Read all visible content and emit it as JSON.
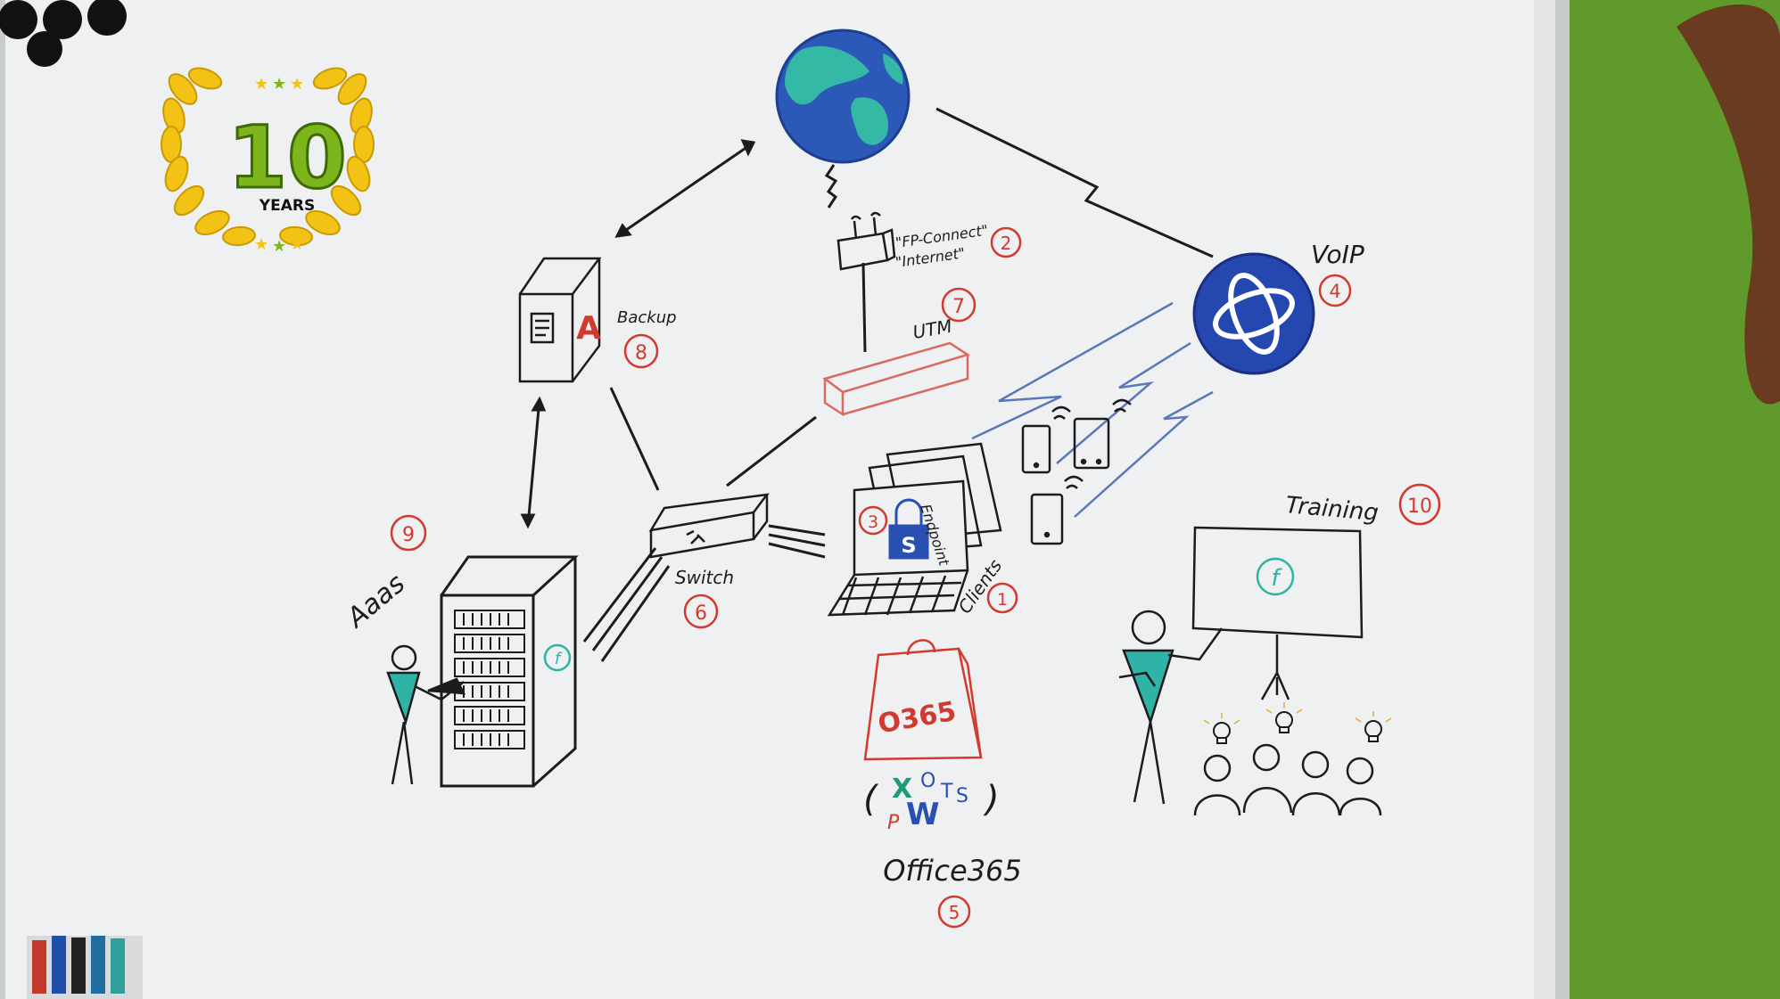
{
  "badge": {
    "number": "10",
    "caption": "YEARS"
  },
  "labels": {
    "fp_connect": "\"FP-Connect\"",
    "internet": "\"Internet\"",
    "voip": "VoIP",
    "utm": "UTM",
    "backup": "Backup",
    "switch": "Switch",
    "clients": "Clients",
    "endpoint": "Endpoint",
    "training": "Training",
    "aaas": "Aaas",
    "o365_bag": "O365",
    "office365": "Office365",
    "apps_word": "W",
    "apps_excel": "X",
    "apps_outlook": "O",
    "apps_teams": "T",
    "apps_sharepoint": "S",
    "apps_powerpoint": "P",
    "paren_open": "(",
    "paren_close": ")",
    "shield_letter": "S",
    "brand_letter": "f",
    "backup_letter": "A"
  },
  "numbers": {
    "clients": "1",
    "fp_connect": "2",
    "endpoint": "3",
    "voip": "4",
    "office365": "5",
    "switch": "6",
    "utm": "7",
    "backup": "8",
    "aaas": "9",
    "training": "10"
  },
  "colors": {
    "whiteboard": "#eef0f1",
    "frame": "#c9cccd",
    "wall": "#6aa62f",
    "ink": "#1c1c1c",
    "red_ink": "#d23a2f",
    "blue_ink": "#2a4fb2",
    "teal_ink": "#2fb3a6",
    "badge_gold": "#f2c315",
    "badge_green": "#7cb61c"
  },
  "icons": [
    "globe-icon",
    "router-icon",
    "voip-logo-icon",
    "utm-appliance-icon",
    "backup-server-icon",
    "switch-icon",
    "laptop-icon",
    "lock-icon",
    "phone-icon",
    "office-bag-icon",
    "server-rack-icon",
    "presentation-board-icon",
    "lightbulb-icon",
    "person-icon",
    "laurel-wreath-icon",
    "marker-pens-icon",
    "magnet-icon"
  ]
}
